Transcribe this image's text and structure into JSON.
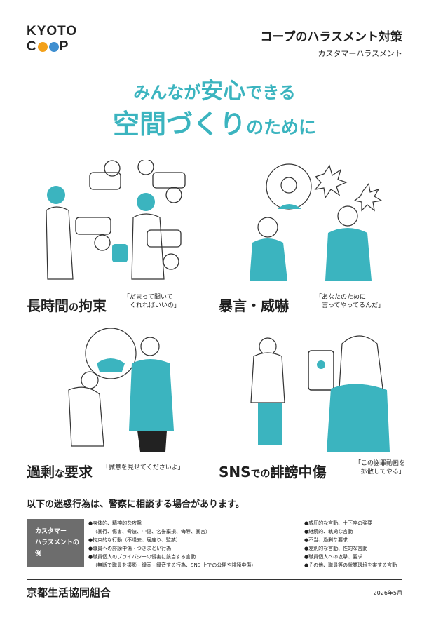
{
  "logo": {
    "line1": "KYOTO",
    "line2_a": "C",
    "line2_b": "P"
  },
  "header": {
    "title": "コープのハラスメント対策",
    "subtitle": "カスタマーハラスメント"
  },
  "headline": {
    "line1_a": "みんなが",
    "line1_b": "安心",
    "line1_c": "できる",
    "line2_a": "空間づくり",
    "line2_b": "のために"
  },
  "panels": [
    {
      "title_a": "長時間",
      "title_b": "の",
      "title_c": "拘束",
      "quote": "「だまって聞いて\n　くれればいいの」"
    },
    {
      "title_a": "暴言・威嚇",
      "title_b": "",
      "title_c": "",
      "quote": "「あなたのために\n　言ってやってるんだ」"
    },
    {
      "title_a": "過剰",
      "title_b": "な",
      "title_c": "要求",
      "quote": "「誠意を見せてくださいよ」"
    },
    {
      "title_a": "SNS",
      "title_b": "での",
      "title_c": "誹謗中傷",
      "quote": "「この謝罪動画を\n　拡散してやる」"
    }
  ],
  "police_notice": "以下の迷惑行為は、警察に相談する場合があります。",
  "examples": {
    "label_line1": "カスタマー",
    "label_line2": "ハラスメントの例",
    "left": [
      "●身体的、精神的な攻撃",
      "（暴行、傷害、脅迫、中傷、名誉棄損、侮辱、暴言）",
      "●拘束的な行動（不退去、居座り、監禁）",
      "●職員への誹謗中傷・つきまとい行為",
      "●職員個人のプライバシーの侵害に該当する言動",
      "（無断で職員を撮影・録画・録音する行為、SNS 上での公開や誹謗中傷）"
    ],
    "right": [
      "●威圧的な言動、土下座の強要",
      "●継続的、執拗な言動",
      "●不当、過剰な要求",
      "●差別的な言動、性的な言動",
      "●職員個人への攻撃、要求",
      "●その他、職員等の就業環境を害する言動"
    ]
  },
  "footer": {
    "org": "京都生活協同組合",
    "date": "2026年5月"
  },
  "colors": {
    "accent": "#3bb4bf",
    "label_bg": "#6d6d6d",
    "text": "#1f1f1f"
  }
}
